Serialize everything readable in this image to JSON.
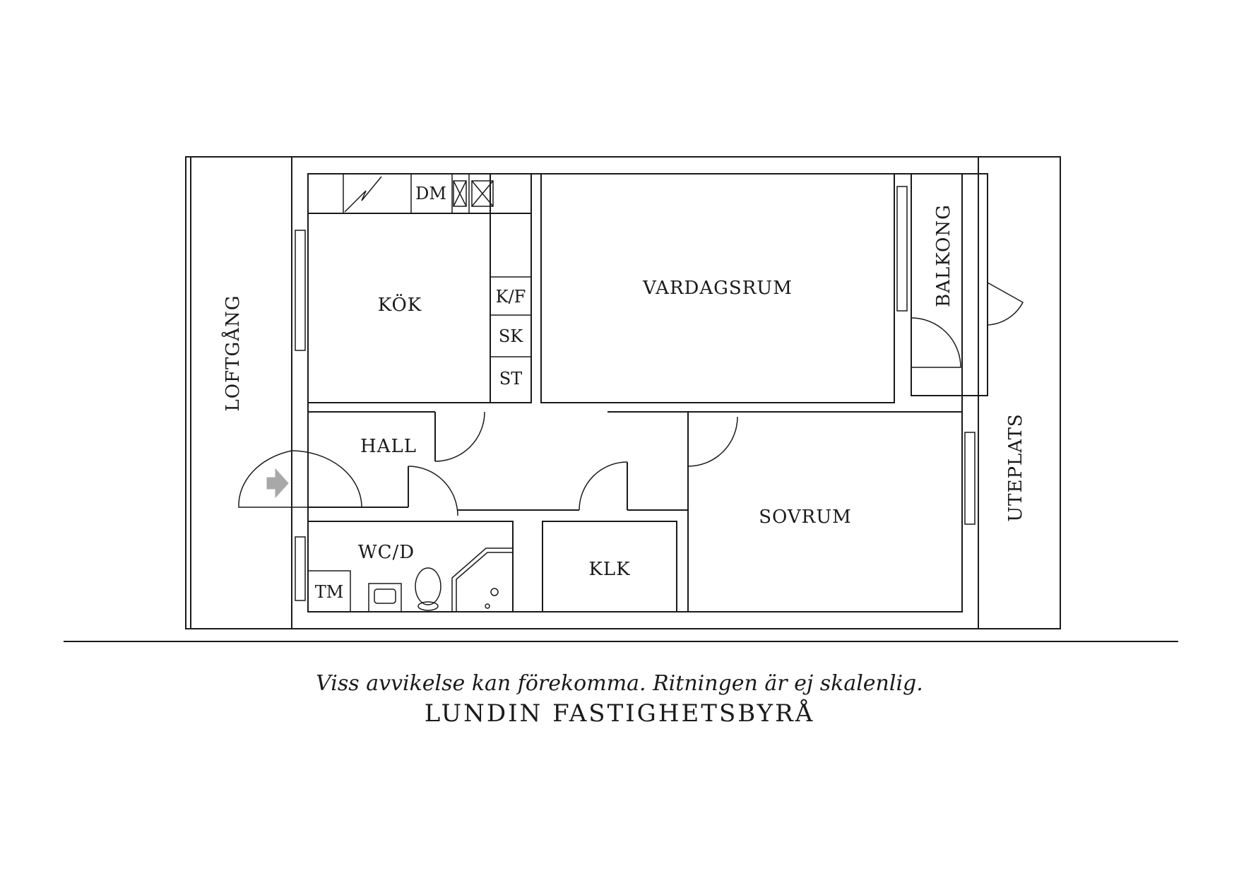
{
  "rooms": {
    "kok": "KÖK",
    "vardagsrum": "VARDAGSRUM",
    "balkong": "BALKONG",
    "loftgang": "LOFTGÅNG",
    "uteplats": "UTEPLATS",
    "hall": "HALL",
    "wcd": "WC/D",
    "klk": "KLK",
    "sovrum": "SOVRUM"
  },
  "fixtures": {
    "dm": "DM",
    "kf": "K/F",
    "sk": "SK",
    "st": "ST",
    "tm": "TM"
  },
  "footer": {
    "note": "Viss avvikelse kan förekomma. Ritningen är ej skalenlig.",
    "brand": "LUNDIN FASTIGHETSBYRÅ"
  }
}
